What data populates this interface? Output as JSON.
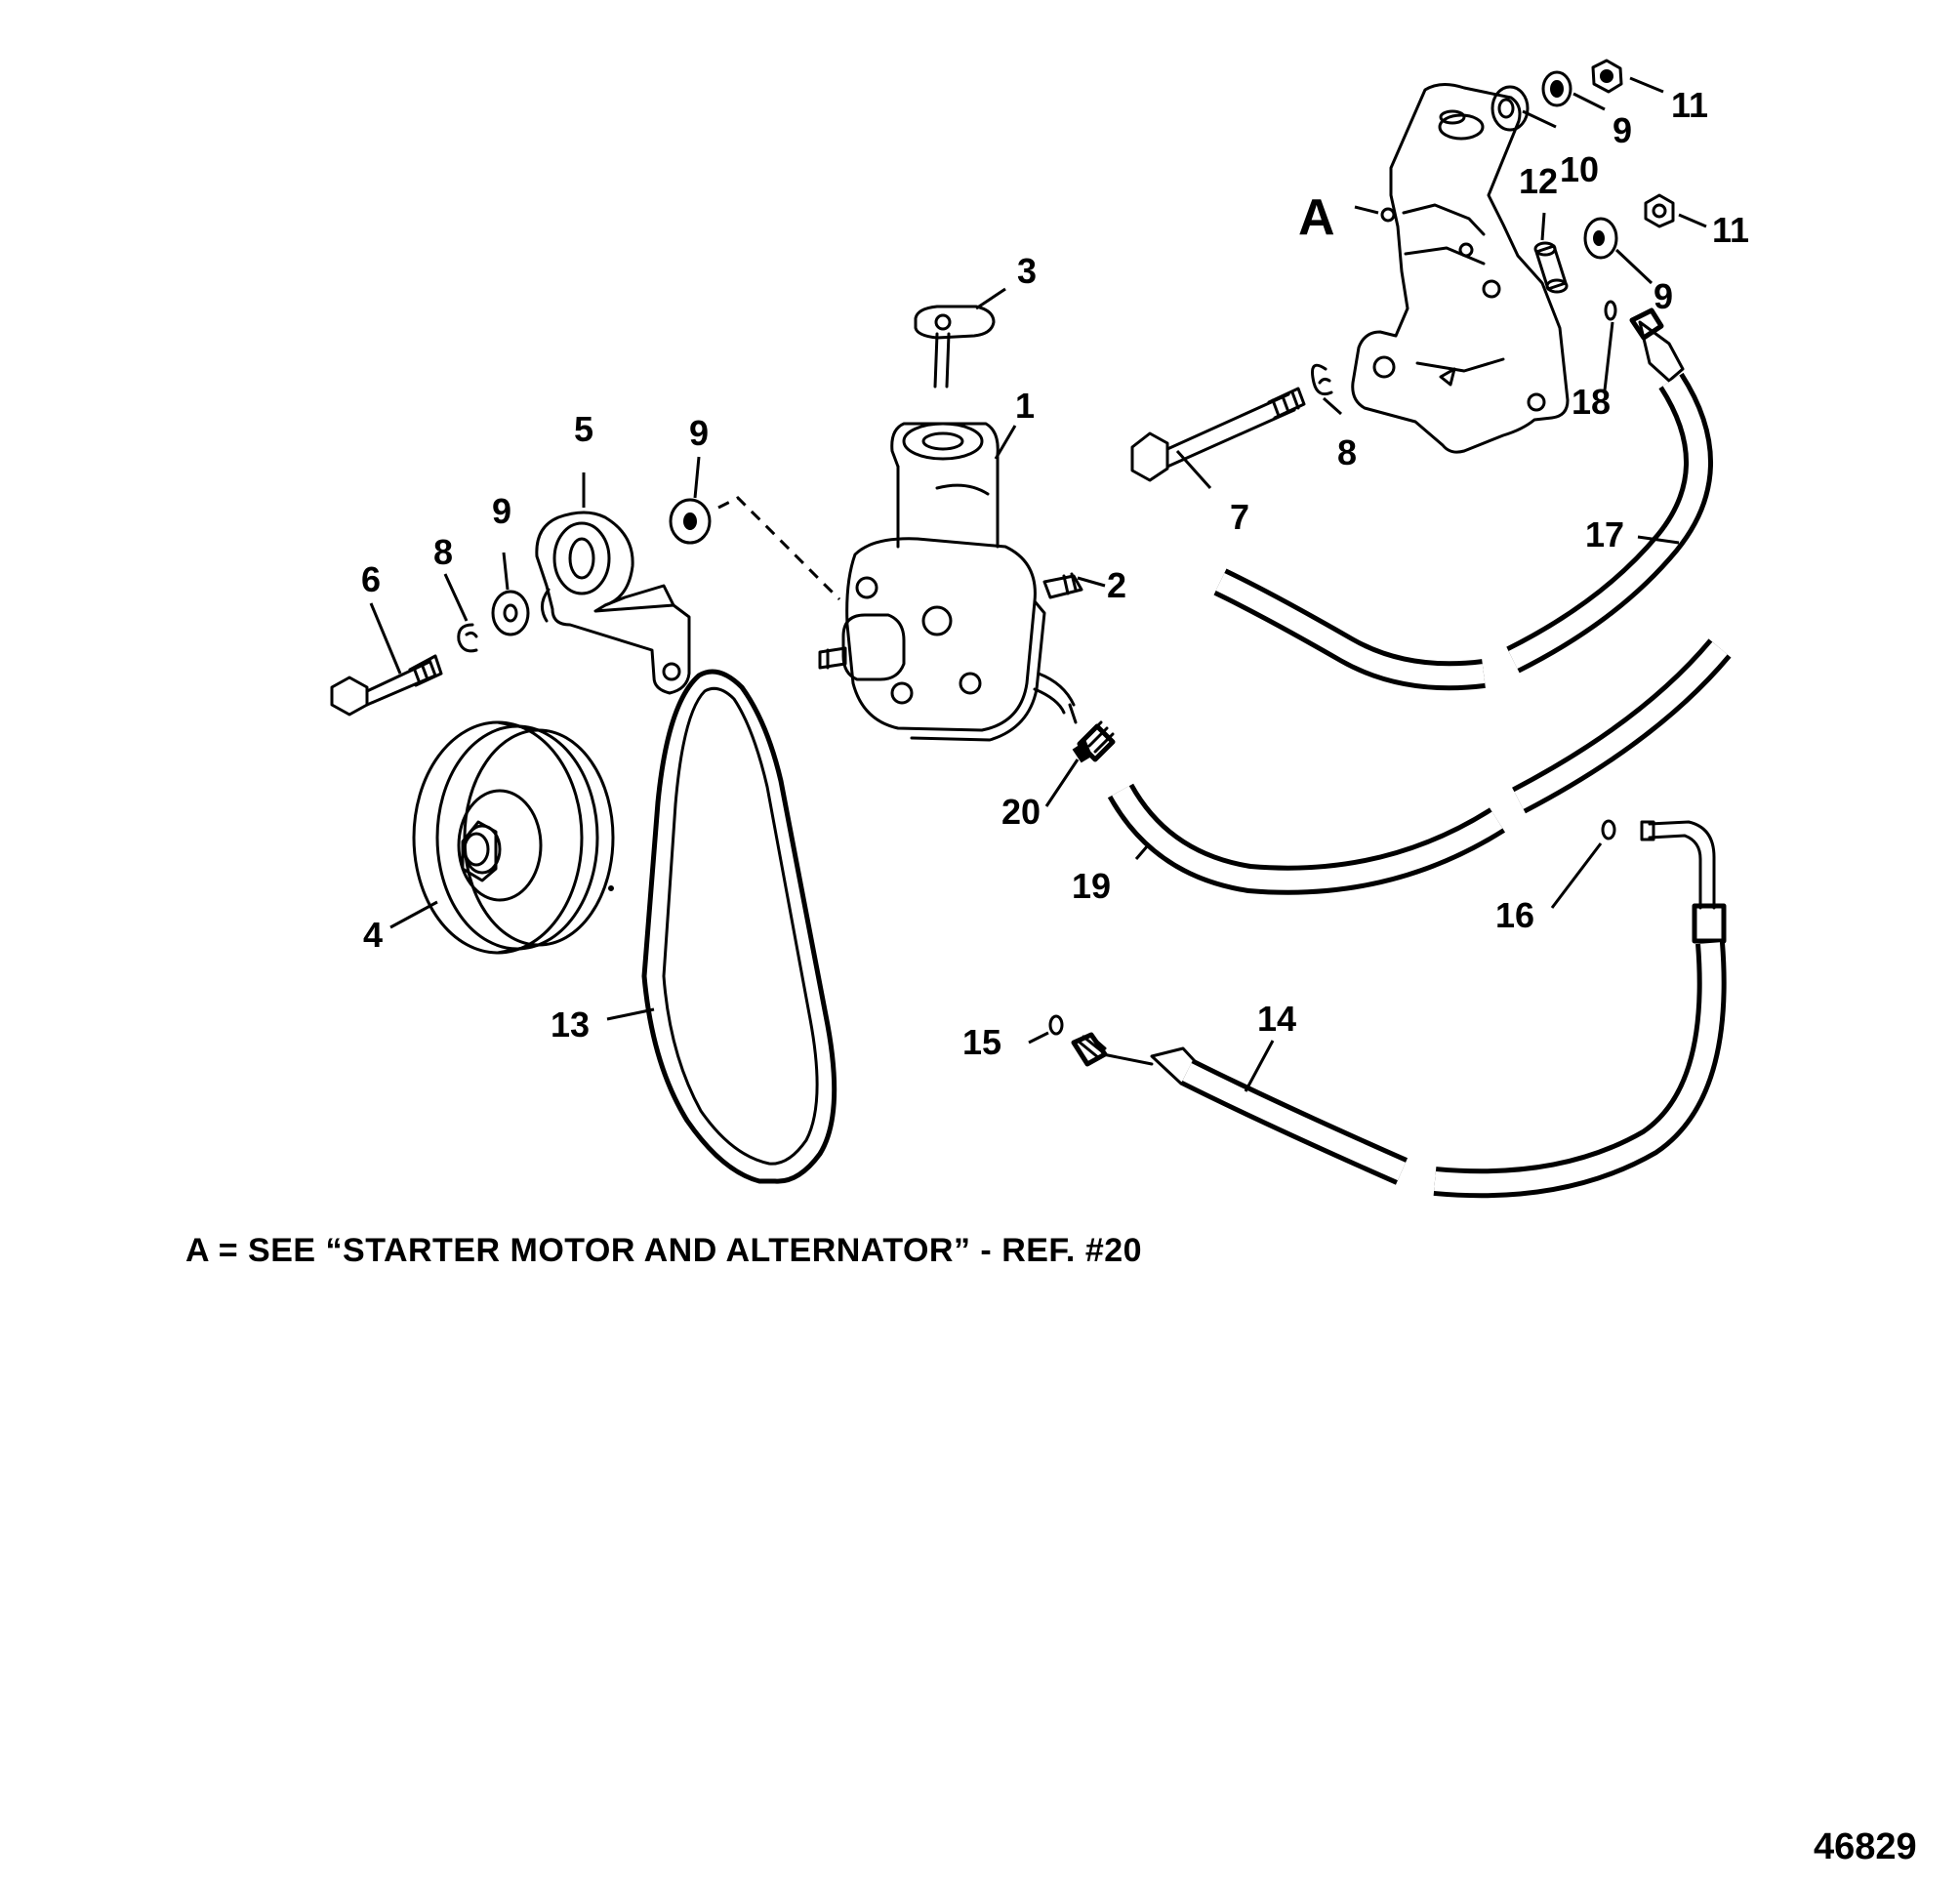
{
  "callouts": {
    "c1": "1",
    "c2": "2",
    "c3": "3",
    "c4": "4",
    "c5": "5",
    "c6": "6",
    "c7": "7",
    "c8a": "8",
    "c8b": "8",
    "c9a": "9",
    "c9b": "9",
    "c9c": "9",
    "c9d": "9",
    "c10": "10",
    "c11a": "11",
    "c11b": "11",
    "c12": "12",
    "c13": "13",
    "c14": "14",
    "c15": "15",
    "c16": "16",
    "c17": "17",
    "c18": "18",
    "c19": "19",
    "c20": "20",
    "cA": "A"
  },
  "note": "A = SEE “STARTER MOTOR AND ALTERNATOR” - REF. #20",
  "figure_number": "46829"
}
